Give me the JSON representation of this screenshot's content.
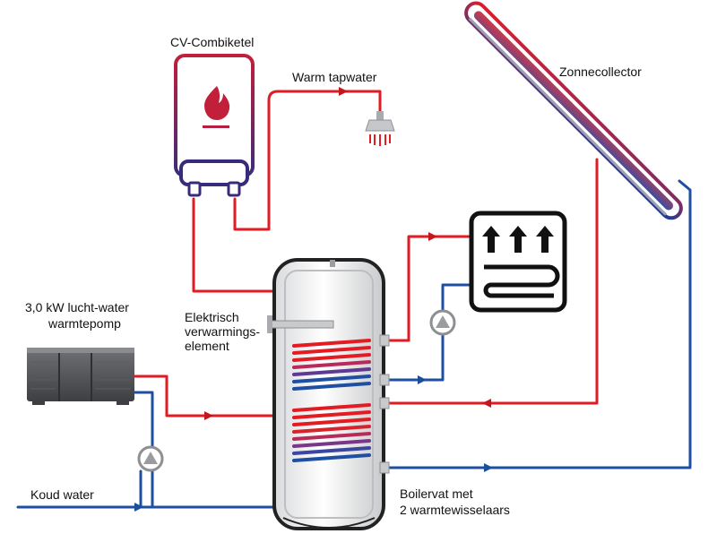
{
  "labels": {
    "boiler": "CV-Combiketel",
    "warm_tapwater": "Warm tapwater",
    "solar": "Zonnecollector",
    "heatpump_line1": "3,0 kW lucht-water",
    "heatpump_line2": "warmtepomp",
    "element_line1": "Elektrisch",
    "element_line2": "verwarmings-",
    "element_line3": "element",
    "cold_water": "Koud water",
    "tank_line1": "Boilervat met",
    "tank_line2": "2 warmtewisselaars"
  },
  "colors": {
    "hot": "#e31b23",
    "cold": "#1e4fa3",
    "hot_arrow": "#c4161c",
    "cold_arrow": "#1b4f9c"
  },
  "icons": [
    "flame-icon",
    "shower-icon",
    "pump-icon",
    "floor-heating-icon",
    "solar-collector-icon",
    "heat-pump-icon"
  ]
}
